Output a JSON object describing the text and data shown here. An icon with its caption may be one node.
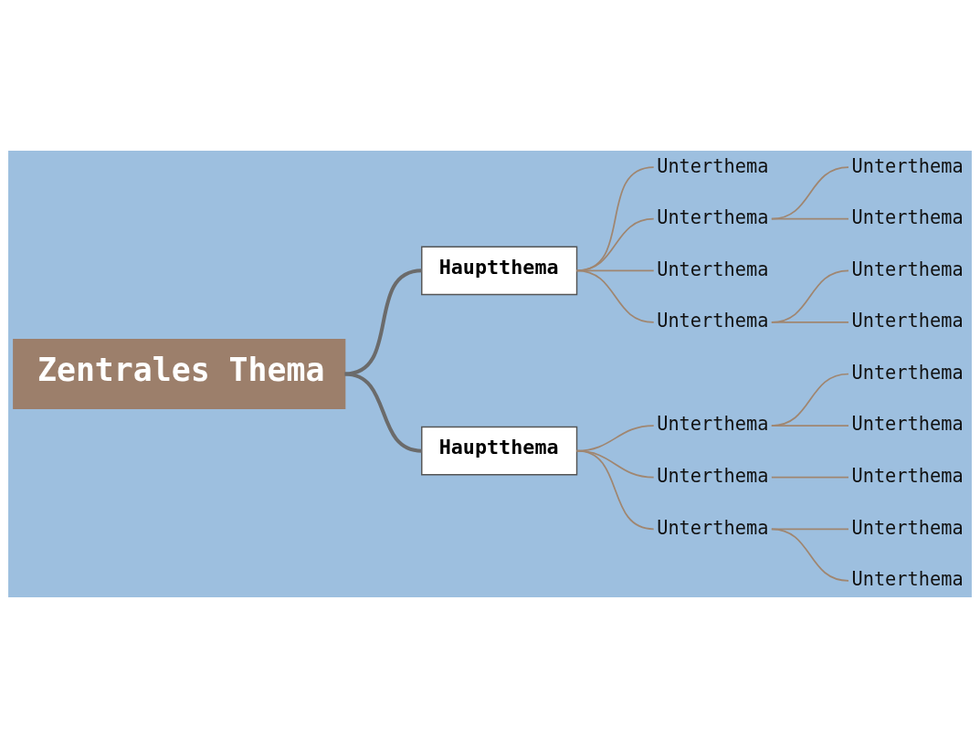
{
  "diagram": {
    "nodes": [
      {
        "text": [
          "Zentrales Thema"
        ]
      },
      {
        "text": [
          "Hauptthema"
        ]
      },
      {
        "text": [
          "Unterthema"
        ]
      },
      {
        "text": [
          "Unterthema"
        ]
      },
      {
        "text": [
          "Unterthema"
        ]
      },
      {
        "text": [
          "Unterthema"
        ]
      },
      {
        "text": [
          "Unterthema"
        ]
      },
      {
        "text": [
          "Unterthema"
        ]
      },
      {
        "text": [
          "Unterthema"
        ]
      },
      {
        "text": [
          "Unterthema"
        ]
      },
      {
        "text": [
          "Hauptthema"
        ]
      },
      {
        "text": [
          "Unterthema"
        ]
      },
      {
        "text": [
          "Unterthema"
        ]
      },
      {
        "text": [
          "Unterthema"
        ]
      },
      {
        "text": [
          "Unterthema"
        ]
      },
      {
        "text": [
          "Unterthema"
        ]
      },
      {
        "text": [
          "Unterthema"
        ]
      },
      {
        "text": [
          "Unterthema"
        ]
      },
      {
        "text": [
          "Unterthema"
        ]
      }
    ],
    "edges": [
      {
        "from": 0,
        "to": 1,
        "arrow": "none",
        "style": "thick",
        "color": "#6b6b6b"
      },
      {
        "from": 0,
        "to": 10,
        "arrow": "none",
        "style": "thick",
        "color": "#6b6b6b"
      },
      {
        "from": 1,
        "to": 2,
        "arrow": "none"
      },
      {
        "from": 1,
        "to": 3,
        "arrow": "none"
      },
      {
        "from": 3,
        "to": 4,
        "arrow": "none"
      },
      {
        "from": 3,
        "to": 5,
        "arrow": "none"
      },
      {
        "from": 1,
        "to": 6,
        "arrow": "none"
      },
      {
        "from": 1,
        "to": 7,
        "arrow": "none"
      },
      {
        "from": 7,
        "to": 8,
        "arrow": "none"
      },
      {
        "from": 7,
        "to": 9,
        "arrow": "none"
      },
      {
        "from": 10,
        "to": 11,
        "arrow": "none"
      },
      {
        "from": 11,
        "to": 12,
        "arrow": "none"
      },
      {
        "from": 11,
        "to": 13,
        "arrow": "none"
      },
      {
        "from": 10,
        "to": 14,
        "arrow": "none"
      },
      {
        "from": 14,
        "to": 15,
        "arrow": "none"
      },
      {
        "from": 10,
        "to": 16,
        "arrow": "none"
      },
      {
        "from": 16,
        "to": 17,
        "arrow": "none"
      },
      {
        "from": 16,
        "to": 18,
        "arrow": "none"
      }
    ]
  }
}
